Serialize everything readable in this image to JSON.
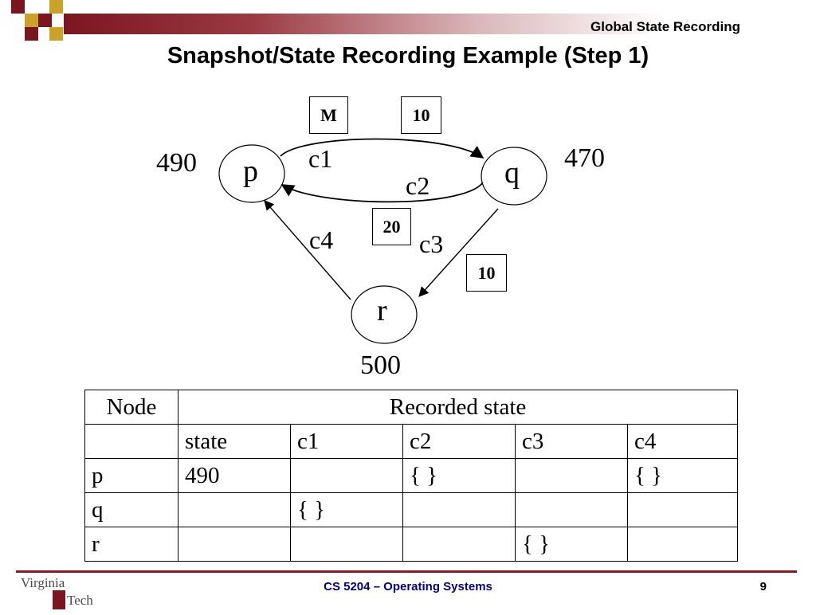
{
  "header": {
    "section_label": "Global State Recording",
    "accent_color": "#7a1620",
    "accent_gold": "#c9a227"
  },
  "title": "Snapshot/State Recording Example (Step 1)",
  "diagram": {
    "nodes": [
      {
        "id": "p",
        "label": "p",
        "value": "490"
      },
      {
        "id": "q",
        "label": "q",
        "value": "470"
      },
      {
        "id": "r",
        "label": "r",
        "value": "500"
      }
    ],
    "channels": [
      "c1",
      "c2",
      "c3",
      "c4"
    ],
    "messages": [
      "M",
      "10",
      "20",
      "10"
    ]
  },
  "table": {
    "header": [
      "Node",
      "Recorded state"
    ],
    "subheader": [
      "",
      "state",
      "c1",
      "c2",
      "c3",
      "c4"
    ],
    "rows": [
      [
        "p",
        "490",
        "",
        "{ }",
        "",
        "{ }"
      ],
      [
        "q",
        "",
        "{ }",
        "",
        "",
        ""
      ],
      [
        "r",
        "",
        "",
        "",
        "{ }",
        ""
      ]
    ]
  },
  "footer": {
    "course": "CS 5204 – Operating Systems",
    "page": "9",
    "logo_line1": "Virginia",
    "logo_line2": "Tech"
  }
}
